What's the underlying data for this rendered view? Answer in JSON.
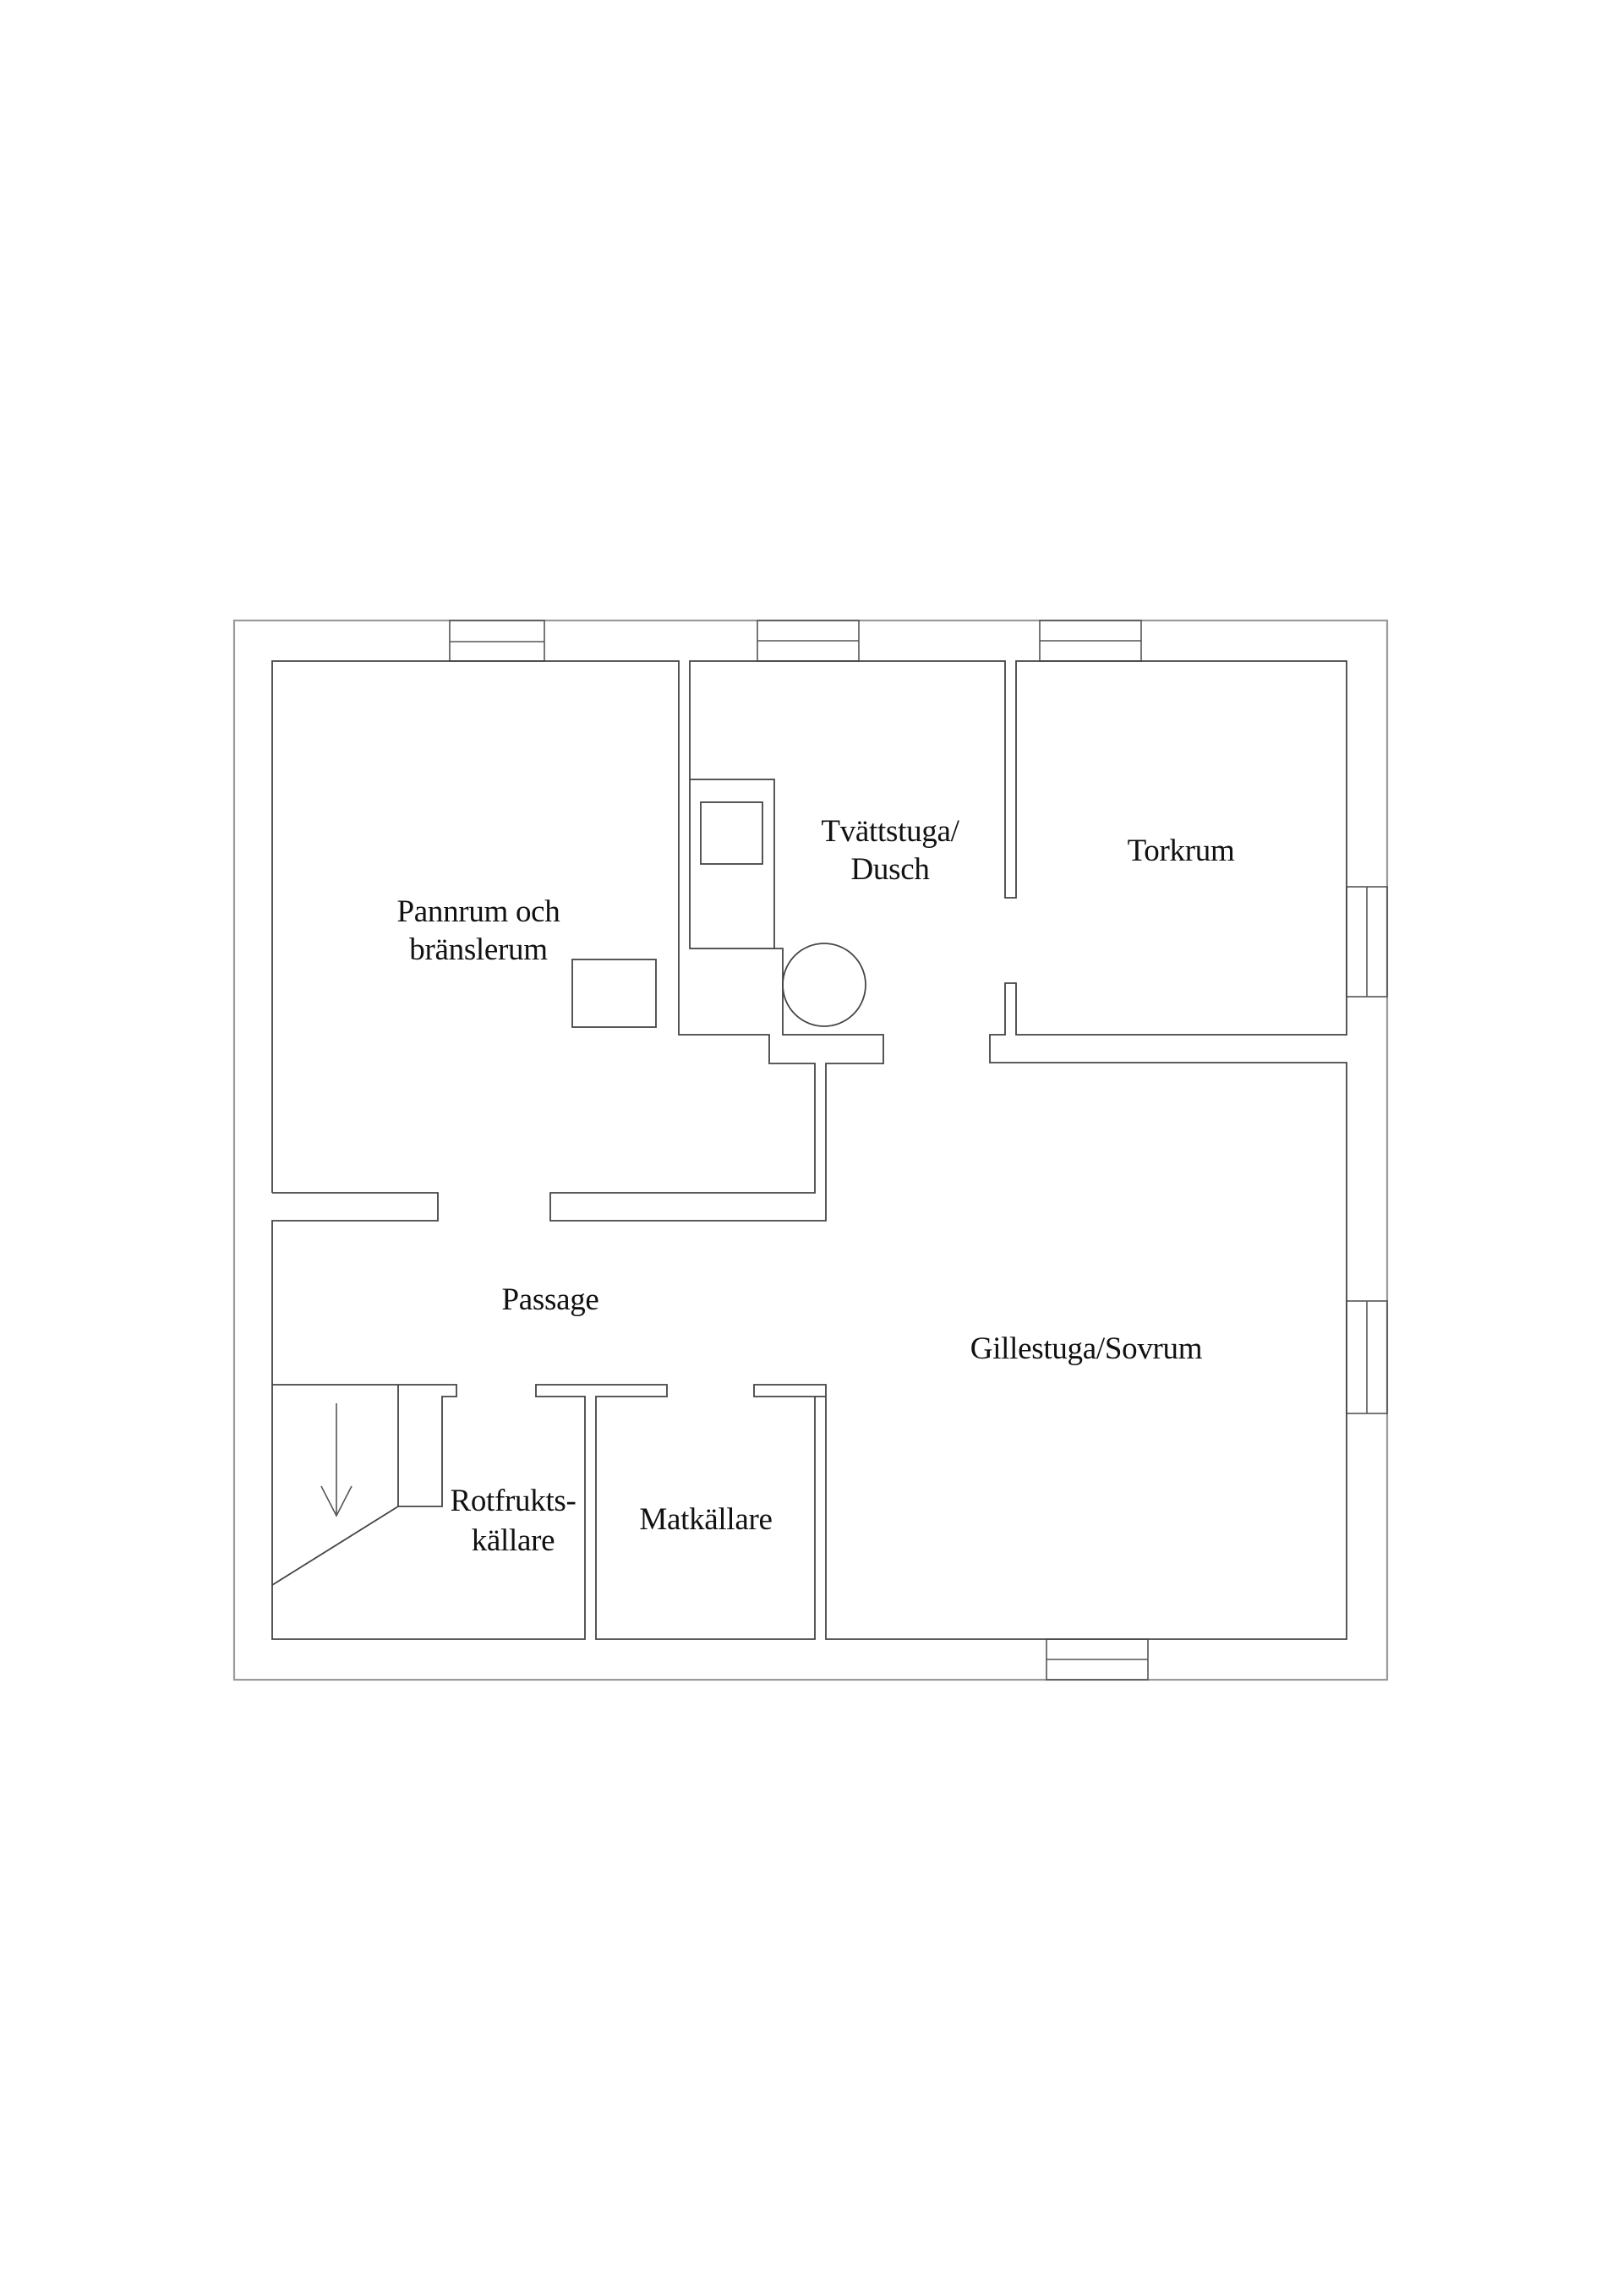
{
  "floorplan": {
    "rooms": [
      {
        "id": "pannrum",
        "lines": [
          "Pannrum och",
          "bränslerum"
        ]
      },
      {
        "id": "tvattstuga",
        "lines": [
          "Tvättstuga/",
          "Dusch"
        ]
      },
      {
        "id": "torkrum",
        "lines": [
          "Torkrum"
        ]
      },
      {
        "id": "passage",
        "lines": [
          "Passage"
        ]
      },
      {
        "id": "gillestuga",
        "lines": [
          "Gillestuga/Sovrum"
        ]
      },
      {
        "id": "rotfruktskallare",
        "lines": [
          "Rotfrukts-",
          "källare"
        ]
      },
      {
        "id": "matkallare",
        "lines": [
          "Matkällare"
        ]
      }
    ],
    "colors": {
      "outer_wall": "#9a9a9a",
      "inner_wall": "#444444",
      "text": "#111111",
      "background": "#ffffff"
    }
  }
}
